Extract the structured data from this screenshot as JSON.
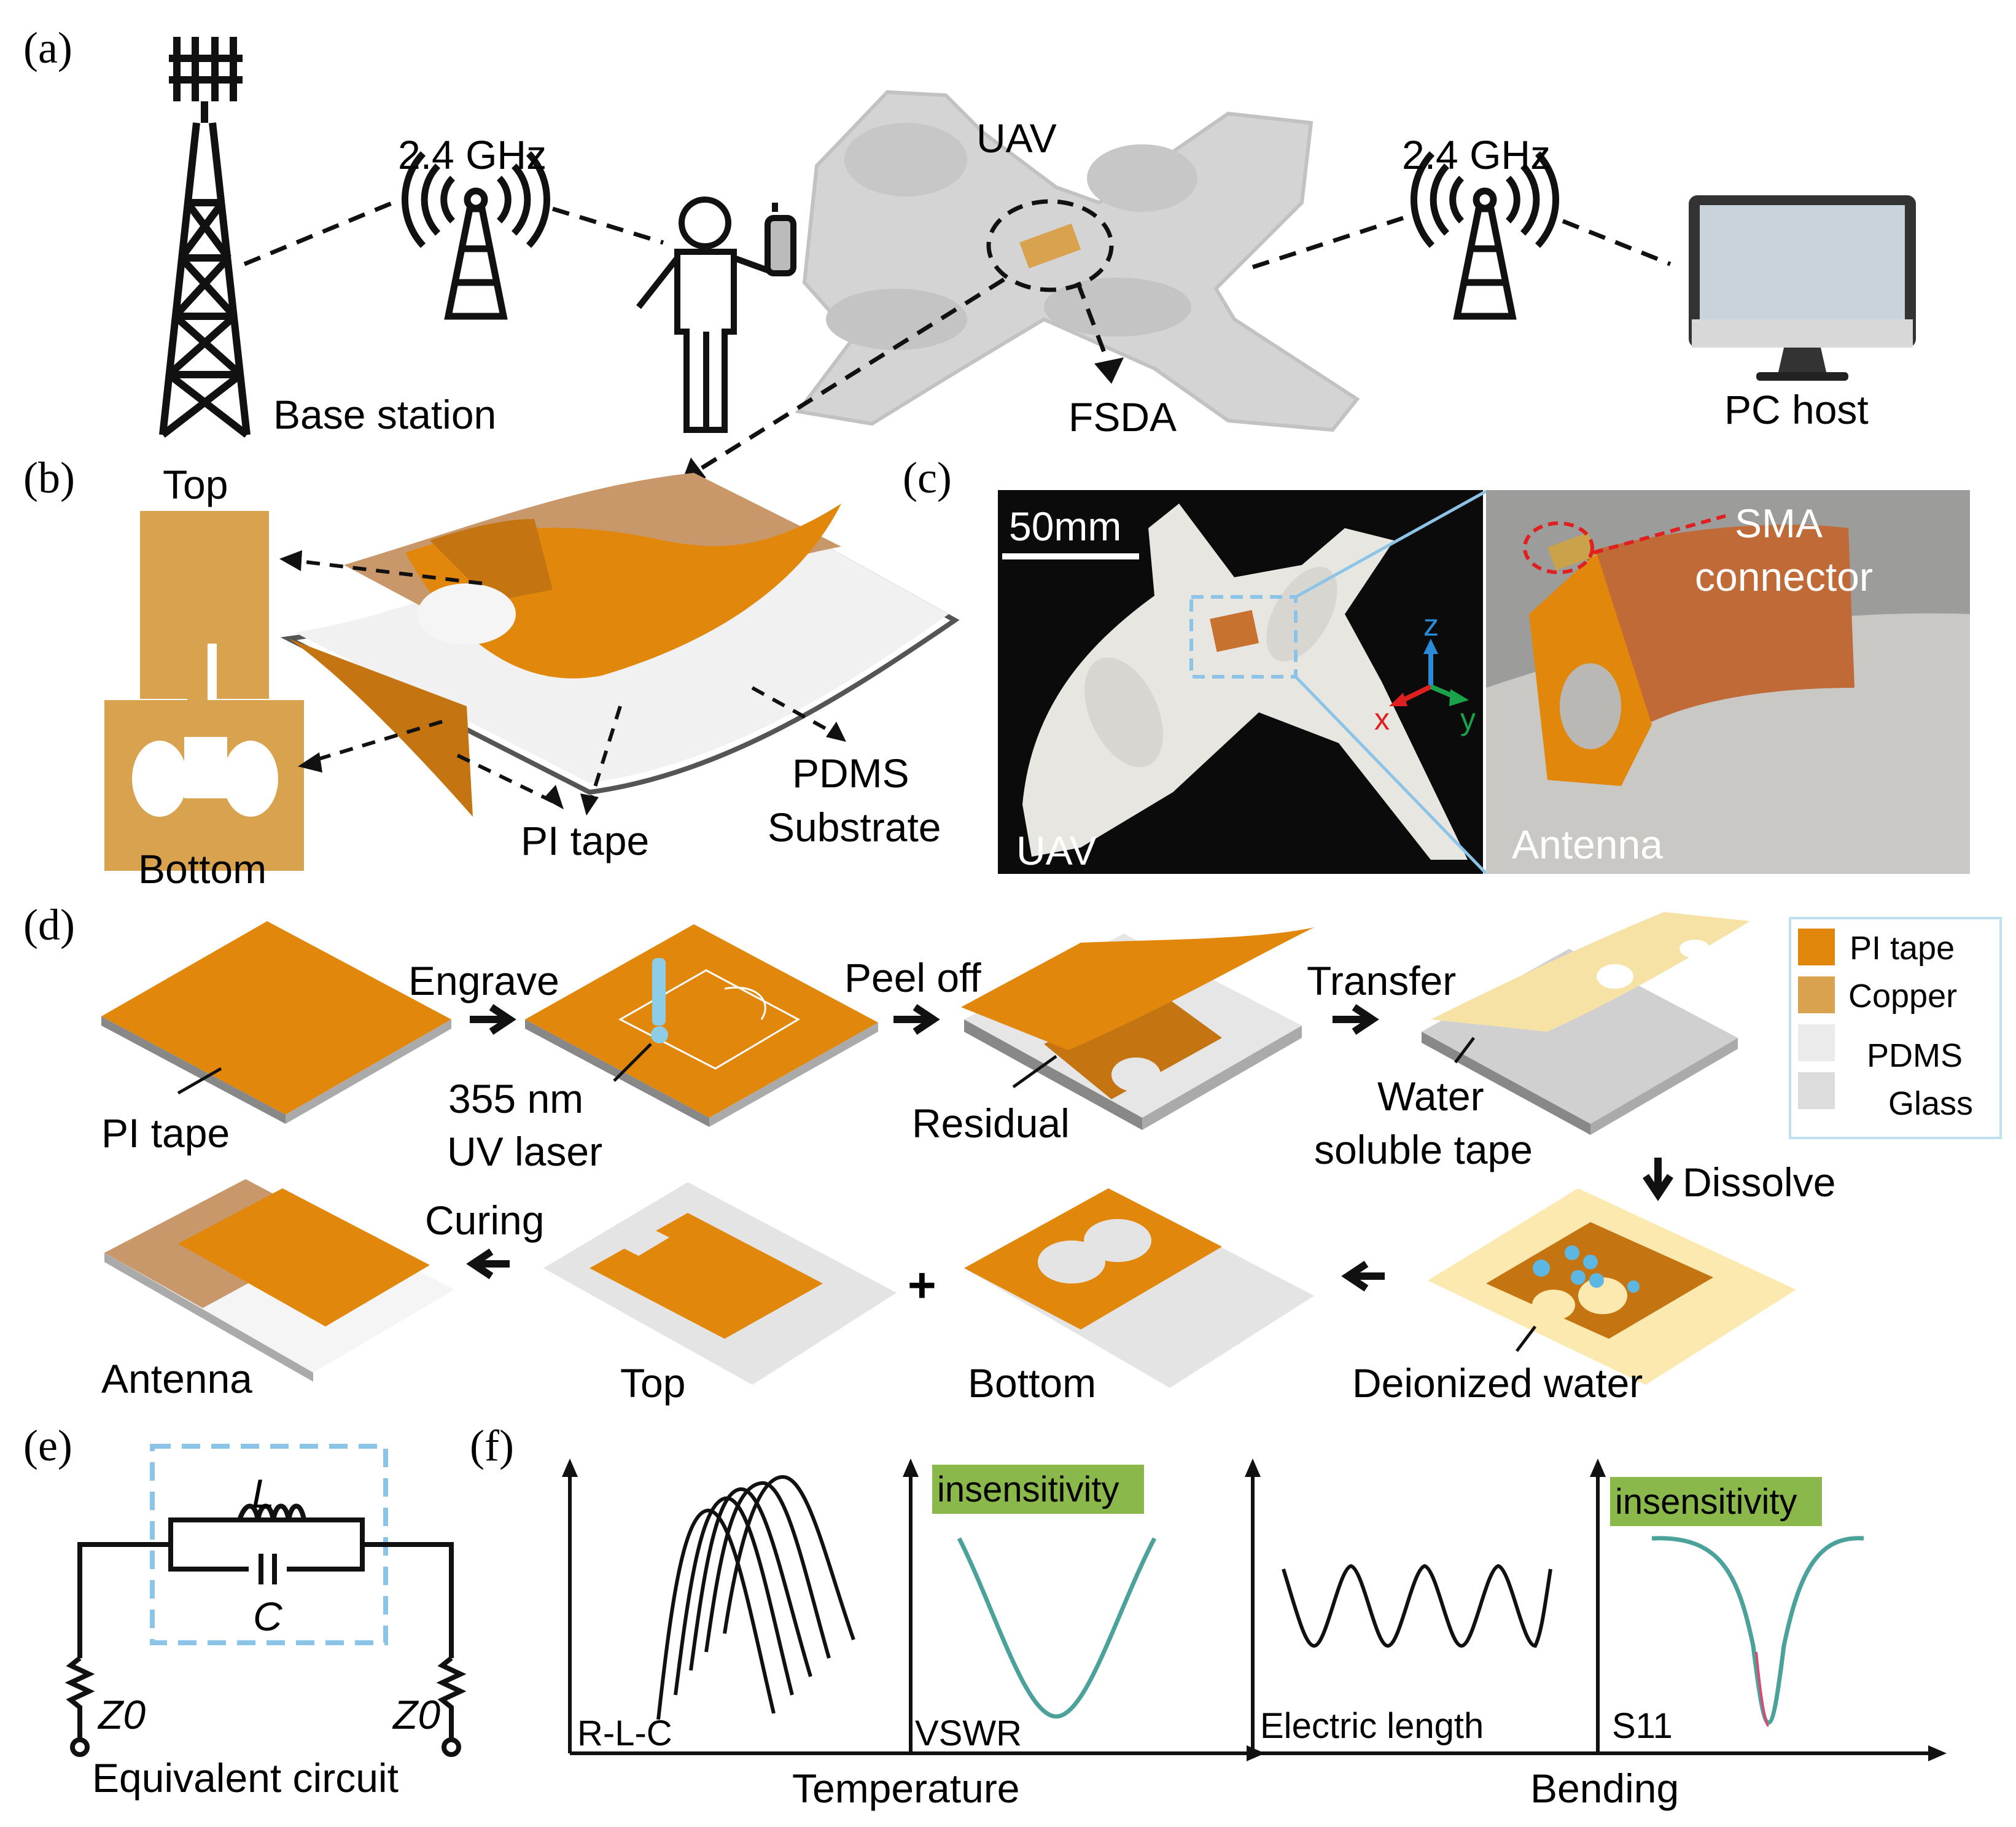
{
  "panels": {
    "a": "(a)",
    "b": "(b)",
    "c": "(c)",
    "d": "(d)",
    "e": "(e)",
    "f": "(f)"
  },
  "a": {
    "freq_left": "2.4 GHz",
    "freq_right": "2.4 GHz",
    "base_station": "Base station",
    "uav": "UAV",
    "fsda": "FSDA",
    "pc_host": "PC host"
  },
  "b": {
    "top": "Top",
    "bottom": "Bottom",
    "pi_tape": "PI tape",
    "pdms_line1": "PDMS",
    "pdms_line2": "Substrate"
  },
  "c": {
    "scale": "50mm",
    "uav": "UAV",
    "antenna": "Antenna",
    "sma_line1": "SMA",
    "sma_line2": "connector",
    "axis_z": "z",
    "axis_x": "x",
    "axis_y": "y"
  },
  "d": {
    "engrave": "Engrave",
    "peel_off": "Peel off",
    "transfer": "Transfer",
    "pi_tape": "PI  tape",
    "laser_line1": "355 nm",
    "laser_line2": "UV laser",
    "residual": "Residual",
    "water_line1": "Water",
    "water_line2": "soluble tape",
    "dissolve": "Dissolve",
    "curing": "Curing",
    "antenna": "Antenna",
    "top": "Top",
    "plus": "+",
    "bottom": "Bottom",
    "deionized": "Deionized  water",
    "legend": [
      {
        "label": "PI tape",
        "color": "#e0870c"
      },
      {
        "label": "Copper",
        "color": "#d9a24f"
      },
      {
        "label": "PDMS",
        "color": "#ebebeb"
      },
      {
        "label": "Glass",
        "color": "#dcdcdc"
      }
    ]
  },
  "e": {
    "L": "L",
    "C": "C",
    "z0_left": "Z0",
    "z0_right": "Z0",
    "caption": "Equivalent circuit"
  },
  "f": {
    "insens_1": "insensitivity",
    "insens_2": "insensitivity",
    "rlc": "R-L-C",
    "vswr": "VSWR",
    "electric_length": "Electric length",
    "s11": "S11",
    "xlabel_left": "Temperature",
    "xlabel_right": "Bending"
  },
  "colors": {
    "pi_orange": "#e0870c",
    "copper": "#d9a24f",
    "highlight_green": "#8ab84a",
    "dashed_blue": "#8cc4e8",
    "uav_grey": "#d4d4d4"
  }
}
